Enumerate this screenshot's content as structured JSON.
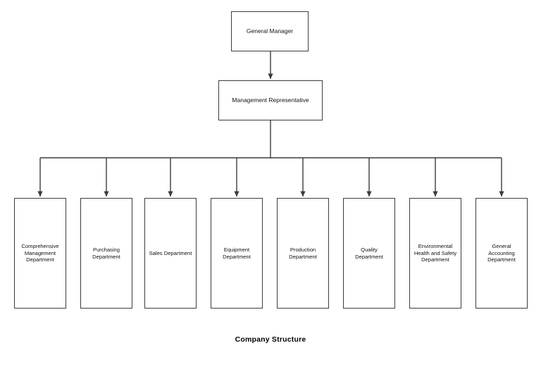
{
  "diagram": {
    "caption": "Company Structure",
    "background_color": "#ffffff",
    "line_color": "#3c3c3c",
    "text_color": "#111111",
    "nodes": {
      "general_manager": {
        "label": "General Manager"
      },
      "management_representative": {
        "label": "Management Representative"
      }
    },
    "departments": [
      {
        "label": "Comprehensive\nManagement\nDepartment"
      },
      {
        "label": "Purchasing\nDepartment"
      },
      {
        "label": "Sales Department"
      },
      {
        "label": "Equipment\nDepartment"
      },
      {
        "label": "Production\nDepartment"
      },
      {
        "label": "Quality\nDepartment"
      },
      {
        "label": "Environmental\nHealth and Safety\nDepartment"
      },
      {
        "label": "General\nAccounting\nDepartment"
      }
    ]
  }
}
